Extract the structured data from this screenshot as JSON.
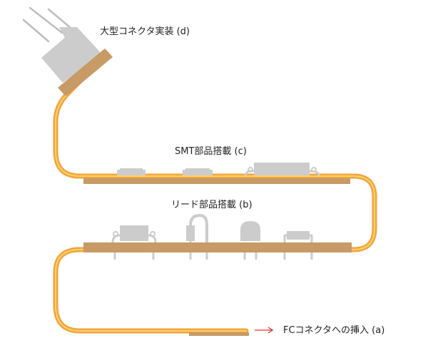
{
  "labels": {
    "large_connector": "大型コネクタ実装 (d)",
    "smt": "SMT部品搭載 (c)",
    "lead": "リード部品搭載 (b)",
    "fc_insert": "FCコネクタへの挿入 (a)"
  },
  "colors": {
    "cable_outer": "#f4a23a",
    "cable_inner": "#fbd06a",
    "board": "#c79a66",
    "part": "#cccccc",
    "arrow": "#e8302a"
  }
}
